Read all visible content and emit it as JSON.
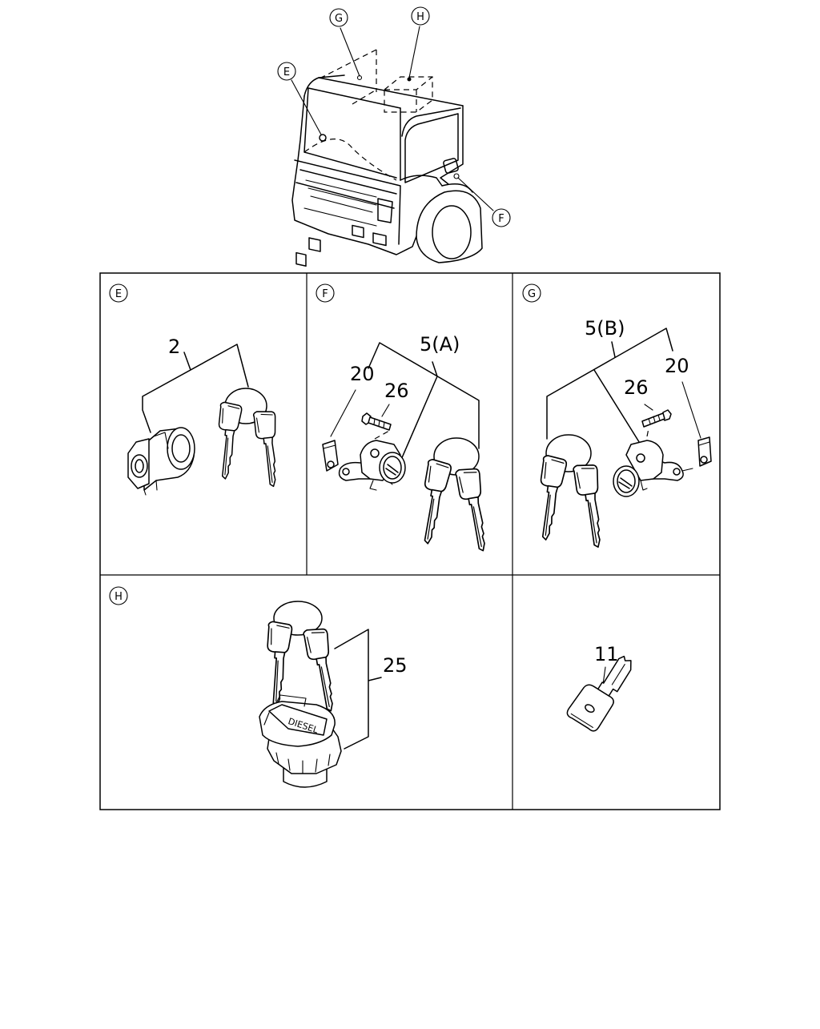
{
  "callouts": {
    "e": "E",
    "f": "F",
    "g": "G",
    "h": "H"
  },
  "panels": [
    {
      "callout": "E",
      "parts": [
        "2"
      ]
    },
    {
      "callout": "F",
      "parts": [
        "5(A)",
        "20",
        "26"
      ]
    },
    {
      "callout": "G",
      "parts": [
        "5(B)",
        "26",
        "20"
      ]
    },
    {
      "callout": "H",
      "parts": [
        "25"
      ]
    },
    {
      "callout": "",
      "parts": [
        "11"
      ]
    }
  ],
  "parts": {
    "p2": "2",
    "p5a": "5(A)",
    "p20_f": "20",
    "p26_f": "26",
    "p5b": "5(B)",
    "p26_g": "26",
    "p20_g": "20",
    "p25": "25",
    "p11": "11"
  },
  "cap_text": "DIESEL"
}
